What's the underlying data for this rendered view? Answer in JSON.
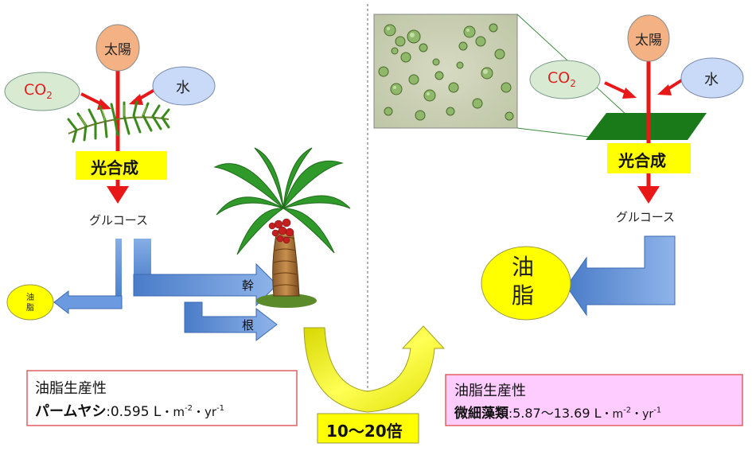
{
  "left_panel": {
    "sun": "太陽",
    "co2": {
      "main": "CO",
      "sub": "2"
    },
    "water": "水",
    "photosynthesis": "光合成",
    "glucose": "グルコース",
    "oil_small": "油脂",
    "trunk": "幹",
    "root": "根",
    "productivity_title": "油脂生産性",
    "productivity_species": "パームヤシ",
    "productivity_value": "0.595 L",
    "unit": {
      "m": "・m",
      "m_exp": "-2",
      "yr": "・yr",
      "yr_exp": "-1"
    }
  },
  "right_panel": {
    "sun": "太陽",
    "co2": {
      "main": "CO",
      "sub": "2"
    },
    "water": "水",
    "photosynthesis": "光合成",
    "glucose": "グルコース",
    "oil_line1": "油",
    "oil_line2": "脂",
    "productivity_title": "油脂生産性",
    "productivity_species": "微細藻類",
    "productivity_value": "5.87〜13.69 L",
    "unit": {
      "m": "・m",
      "m_exp": "-2",
      "yr": "・yr",
      "yr_exp": "-1"
    }
  },
  "comparison": {
    "ratio": "10〜20倍"
  },
  "colors": {
    "sun_fill": "#f4b183",
    "co2_fill": "#d9ead3",
    "water_fill": "#c9daf8",
    "arrow_red": "#e81818",
    "highlight_yellow": "#ffff00",
    "flow_blue": "#5b8fd6",
    "productivity_left_bg": "#ffffff",
    "productivity_right_bg": "#ffccff",
    "productivity_border": "#e06060",
    "curve_yellow": "#e8e800",
    "leaf_green": "#1a7a1a"
  },
  "icons": [
    "palm-leaf-icon",
    "palm-tree-icon",
    "microalgae-photo",
    "algae-leaf-icon"
  ]
}
